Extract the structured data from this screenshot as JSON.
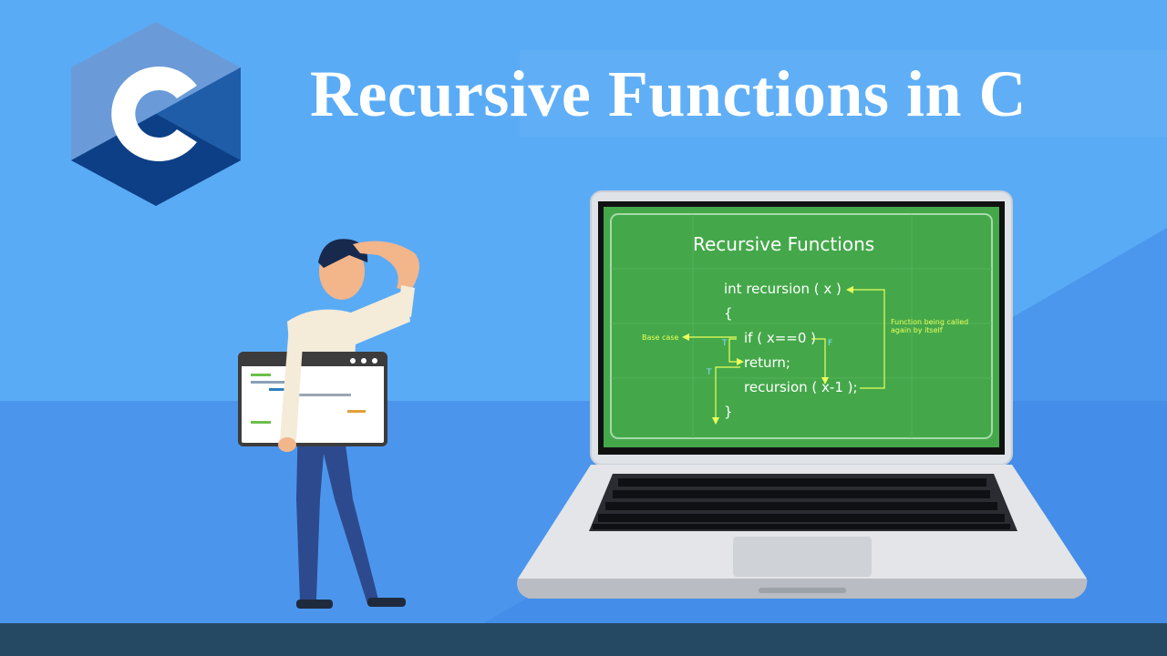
{
  "title": "Recursive Functions in C",
  "logo": {
    "letter": "C",
    "colors": {
      "light": "#6a9bd8",
      "mid": "#1f5da8",
      "dark": "#0d3f86"
    }
  },
  "screen": {
    "title": "Recursive Functions",
    "code_lines": [
      "int recursion ( x )",
      "{",
      "if ( x==0 )",
      "return;",
      "recursion ( x-1 );",
      "}"
    ],
    "annotations": {
      "base_case": "Base case",
      "call_note": [
        "Function being called",
        "again by itself"
      ],
      "true_label": "T",
      "false_label": "F"
    }
  },
  "colors": {
    "background": "#5aabf5",
    "screen_green": "#44a84a",
    "arrow": "#e9ff5a",
    "footer": "#264963"
  }
}
